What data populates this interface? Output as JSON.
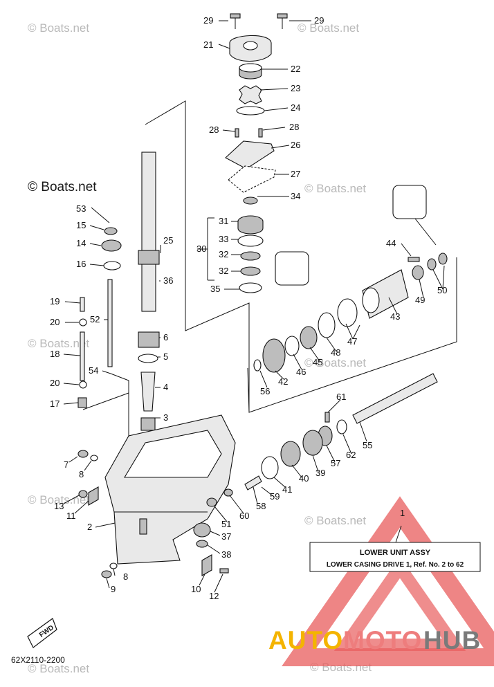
{
  "diagram": {
    "code": "62X2110-2200",
    "fwd_label": "FWD",
    "watermark": "© Boats.net",
    "callout_box": {
      "title": "LOWER UNIT ASSY",
      "subtitle": "LOWER CASING DRIVE 1,  Ref. No. 2 to 62"
    },
    "brand": {
      "part1": "AUTO",
      "part2": "MOTO",
      "part3": "HUB",
      "color_auto": "#f4b400",
      "color_moto": "#ee7d7d",
      "color_hub": "#7a7a7a",
      "triangle_color": "#e85c5c"
    },
    "callouts": {
      "n1": "1",
      "n2": "2",
      "n3": "3",
      "n4": "4",
      "n5": "5",
      "n6": "6",
      "n7": "7",
      "n8a": "8",
      "n8b": "8",
      "n9": "9",
      "n10": "10",
      "n11": "11",
      "n12": "12",
      "n13": "13",
      "n14": "14",
      "n15": "15",
      "n16": "16",
      "n17": "17",
      "n18": "18",
      "n19": "19",
      "n20a": "20",
      "n20b": "20",
      "n21": "21",
      "n22": "22",
      "n23": "23",
      "n24": "24",
      "n25": "25",
      "n26": "26",
      "n27": "27",
      "n28a": "28",
      "n28b": "28",
      "n29a": "29",
      "n29b": "29",
      "n30": "30",
      "n31": "31",
      "n32a": "32",
      "n32b": "32",
      "n33": "33",
      "n34": "34",
      "n35": "35",
      "n36": "36",
      "n37": "37",
      "n38": "38",
      "n39": "39",
      "n40": "40",
      "n41": "41",
      "n42": "42",
      "n43": "43",
      "n44": "44",
      "n45": "45",
      "n46": "46",
      "n47": "47",
      "n48": "48",
      "n49": "49",
      "n50": "50",
      "n51": "51",
      "n52": "52",
      "n53": "53",
      "n54": "54",
      "n55": "55",
      "n56": "56",
      "n57": "57",
      "n58": "58",
      "n59": "59",
      "n60": "60",
      "n61": "61",
      "n62": "62"
    }
  }
}
